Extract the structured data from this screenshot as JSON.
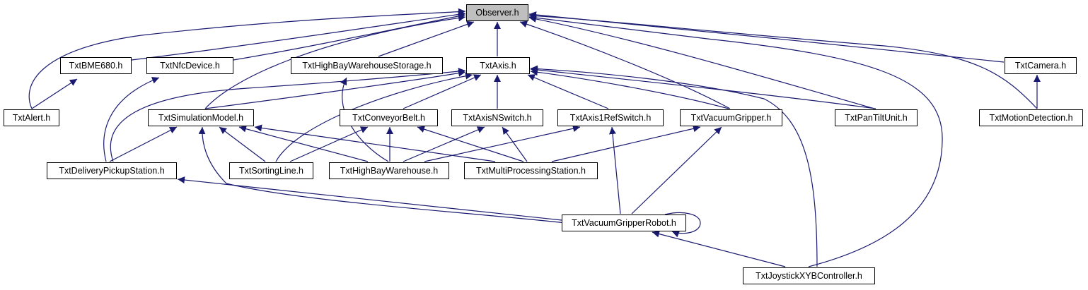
{
  "diagram": {
    "edge_color": "#191970",
    "root_fill": "#bfbfbf",
    "nodes": {
      "observer": "Observer.h",
      "txtbme680": "TxtBME680.h",
      "txtnfcdevice": "TxtNfcDevice.h",
      "txthighbaywarehousestorage": "TxtHighBayWarehouseStorage.h",
      "txtaxis": "TxtAxis.h",
      "txtcamera": "TxtCamera.h",
      "txtalert": "TxtAlert.h",
      "txtsimulationmodel": "TxtSimulationModel.h",
      "txtconveyorbelt": "TxtConveyorBelt.h",
      "txtaxisnswitch": "TxtAxisNSwitch.h",
      "txtaxis1refswitch": "TxtAxis1RefSwitch.h",
      "txtvacuumgripper": "TxtVacuumGripper.h",
      "txtpantiltunit": "TxtPanTiltUnit.h",
      "txtmotiondetection": "TxtMotionDetection.h",
      "txtdeliverypickupstation": "TxtDeliveryPickupStation.h",
      "txtsortingline": "TxtSortingLine.h",
      "txthighbaywarehouse": "TxtHighBayWarehouse.h",
      "txtmultiprocessingstation": "TxtMultiProcessingStation.h",
      "txtvacuumgripperrobot": "TxtVacuumGripperRobot.h",
      "txtjoystickxybcontroller": "TxtJoystickXYBController.h"
    }
  }
}
